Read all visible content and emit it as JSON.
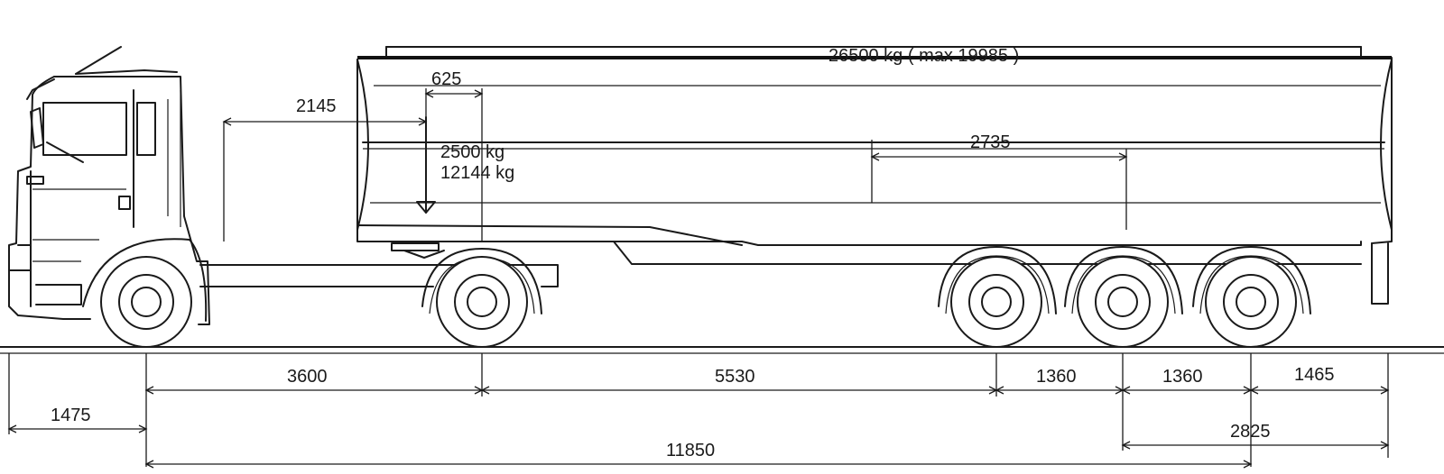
{
  "labels": {
    "total_weight": "26500 kg ( max 19985 )",
    "kingpin_offset": "625",
    "cab_gap": "2145",
    "kingpin_load": "2500 kg",
    "kingpin_load_2": "12144 kg",
    "tank_center": "2735"
  },
  "dimensions": {
    "front_overhang": "1475",
    "tractor_wheelbase": "3600",
    "trailer_span": "5530",
    "axle_spacing_1": "1360",
    "axle_spacing_2": "1360",
    "rear_overhang": "1465",
    "rear_group": "2825",
    "total_length": "11850"
  },
  "colors": {
    "ink": "#1a1a1a",
    "paper": "#ffffff"
  }
}
